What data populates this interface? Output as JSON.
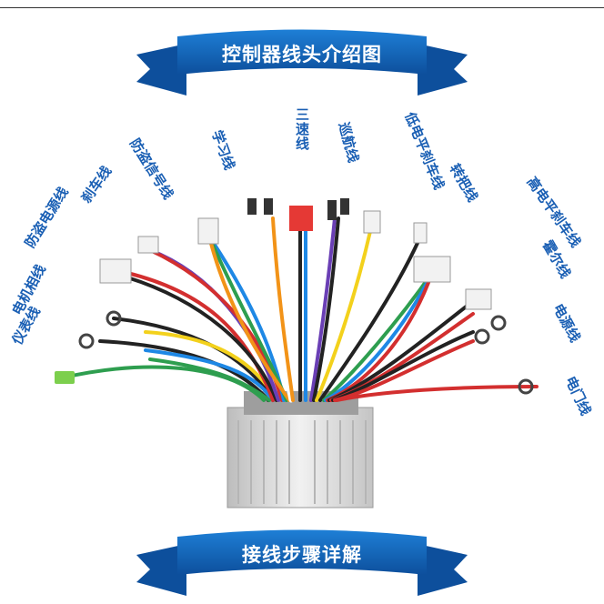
{
  "banner_top": "控制器线头介绍图",
  "banner_bottom": "接线步骤详解",
  "labels": {
    "meter": "仪表线",
    "motor_phase": "电机相线",
    "anti_theft_power": "防盗电源线",
    "brake_light": "刹车线",
    "anti_theft_signal": "防盗信号线",
    "learn": "学习线",
    "three_speed": "三速线",
    "cruise": "巡航线",
    "low_brake": "低电平刹车线",
    "throttle": "转把线",
    "high_brake": "高电平刹车线",
    "hall": "霍尔线",
    "power": "电源线",
    "door_lock": "电门线"
  },
  "colors": {
    "banner": "#1565c0",
    "label": "#1a5fb4",
    "wire_red": "#d32f2f",
    "wire_blue": "#1e88e5",
    "wire_yellow": "#f3d11c",
    "wire_green": "#2e9e4f",
    "wire_black": "#222222",
    "wire_purple": "#6a3fb5",
    "wire_orange": "#f29318",
    "housing": "#d9d9d9"
  }
}
